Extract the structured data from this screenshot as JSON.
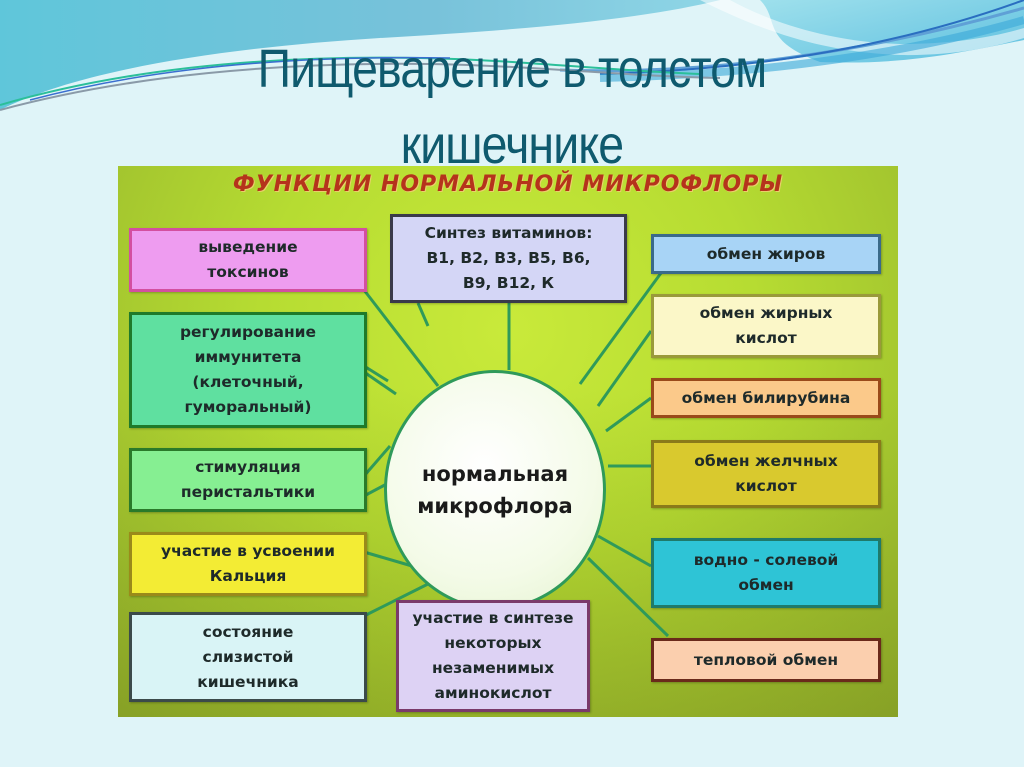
{
  "slide": {
    "title_line1": "Пищеварение в толстом",
    "title_line2": "кишечнике"
  },
  "diagram": {
    "title": "ФУНКЦИИ НОРМАЛЬНОЙ МИКРОФЛОРЫ",
    "center": {
      "line1": "нормальная",
      "line2": "микрофлора"
    },
    "left_boxes": [
      {
        "text": "выведение токсинов",
        "lines": [
          "выведение",
          "токсинов"
        ],
        "color": "#ee9cf0",
        "border": "#d34fa0"
      },
      {
        "text": "регулирование иммунитета (клеточный, гуморальный)",
        "lines": [
          "регулирование",
          "иммунитета",
          "(клеточный,",
          "гуморальный)"
        ],
        "color": "#5fe0a0",
        "border": "#1f7a2a"
      },
      {
        "text": "стимуляция перистальтики",
        "lines": [
          "стимуляция",
          "перистальтики"
        ],
        "color": "#86ef92",
        "border": "#2a7a2a"
      },
      {
        "text": "участие в усвоении Кальция",
        "lines": [
          "участие в усвоении",
          "Кальция"
        ],
        "color": "#f3ec34",
        "border": "#9a8a1a"
      },
      {
        "text": "состояние слизистой кишечника",
        "lines": [
          "состояние",
          "слизистой",
          "кишечника"
        ],
        "color": "#d9f4f6",
        "border": "#3b4a4a"
      }
    ],
    "top_box": {
      "text": "Синтез витаминов: В1, В2, В3, В5, В6, В9, В12, К",
      "lines": [
        "Синтез витаминов:",
        "В1, В2, В3, В5, В6,",
        "В9, В12, К"
      ],
      "color": "#d4d6f6",
      "border": "#3a3a4a"
    },
    "bottom_box": {
      "text": "участие в синтезе некоторых незаменимых аминокислот",
      "lines": [
        "участие в синтезе",
        "некоторых",
        "незаменимых",
        "аминокислот"
      ],
      "color": "#ddd2f4",
      "border": "#7a3a6a"
    },
    "right_boxes": [
      {
        "text": "обмен жиров",
        "lines": [
          "обмен жиров"
        ],
        "color": "#a8d4f6",
        "border": "#3a6a8a"
      },
      {
        "text": "обмен жирных кислот",
        "lines": [
          "обмен жирных",
          "кислот"
        ],
        "color": "#fbf7c8",
        "border": "#9a9a3a"
      },
      {
        "text": "обмен билирубина",
        "lines": [
          "обмен билирубина"
        ],
        "color": "#fbc98a",
        "border": "#9a4a1a"
      },
      {
        "text": "обмен желчных кислот",
        "lines": [
          "обмен желчных",
          "кислот"
        ],
        "color": "#d9c92e",
        "border": "#8a7a1a"
      },
      {
        "text": "водно - солевой обмен",
        "lines": [
          "водно - солевой",
          "обмен"
        ],
        "color": "#2ec4d6",
        "border": "#1f7a6a"
      },
      {
        "text": "тепловой обмен",
        "lines": [
          "тепловой обмен"
        ],
        "color": "#fbcfae",
        "border": "#6a2a1a"
      }
    ],
    "connector_color": "#2f9a5a"
  }
}
